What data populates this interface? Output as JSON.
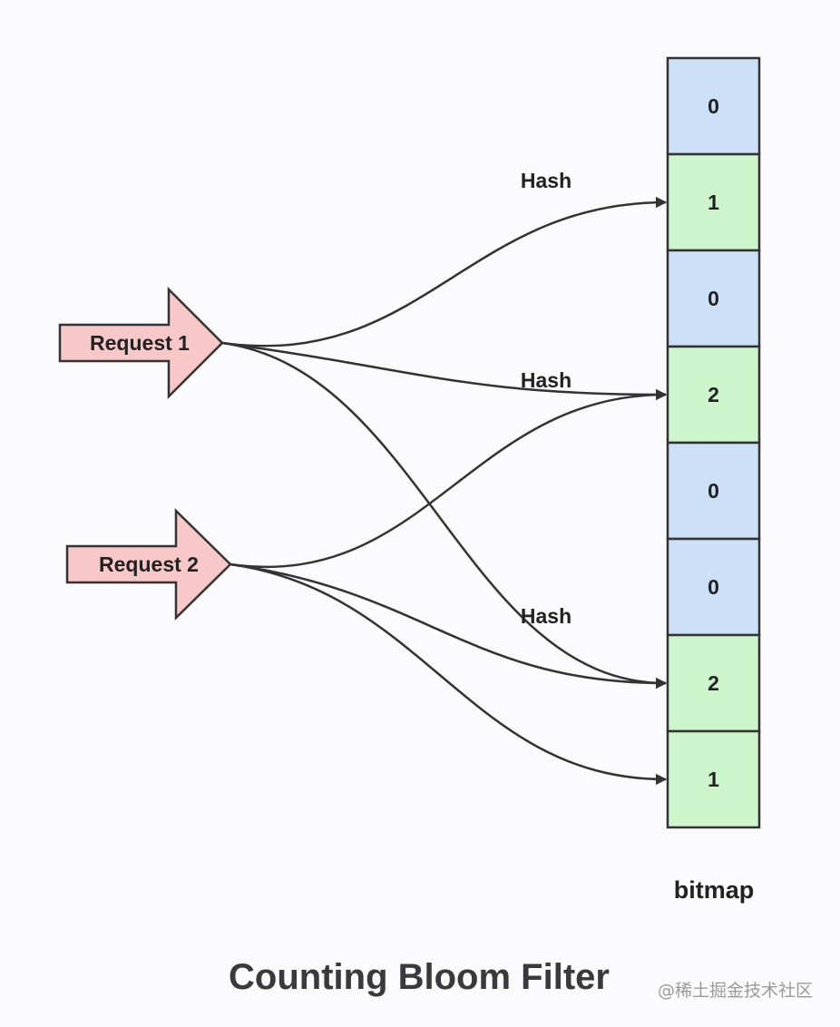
{
  "title": "Counting Bloom Filter",
  "bitmap": {
    "label": "bitmap",
    "cells": [
      {
        "value": "0",
        "set": false
      },
      {
        "value": "1",
        "set": true
      },
      {
        "value": "0",
        "set": false
      },
      {
        "value": "2",
        "set": true
      },
      {
        "value": "0",
        "set": false
      },
      {
        "value": "0",
        "set": false
      },
      {
        "value": "2",
        "set": true
      },
      {
        "value": "1",
        "set": true
      }
    ]
  },
  "requests": [
    {
      "label": "Request 1"
    },
    {
      "label": "Request 2"
    }
  ],
  "hash_labels": [
    "Hash",
    "Hash",
    "Hash"
  ],
  "connections": [
    {
      "from": "Request 1",
      "to_cell": 1
    },
    {
      "from": "Request 1",
      "to_cell": 3
    },
    {
      "from": "Request 1",
      "to_cell": 6
    },
    {
      "from": "Request 2",
      "to_cell": 3
    },
    {
      "from": "Request 2",
      "to_cell": 6
    },
    {
      "from": "Request 2",
      "to_cell": 7
    }
  ],
  "watermark": "@稀土掘金技术社区",
  "colors": {
    "empty_cell": "#cce0f8",
    "set_cell": "#ccf5cc",
    "request_arrow": "#f8c8c8",
    "stroke": "#333333",
    "background": "#fbfafd"
  }
}
